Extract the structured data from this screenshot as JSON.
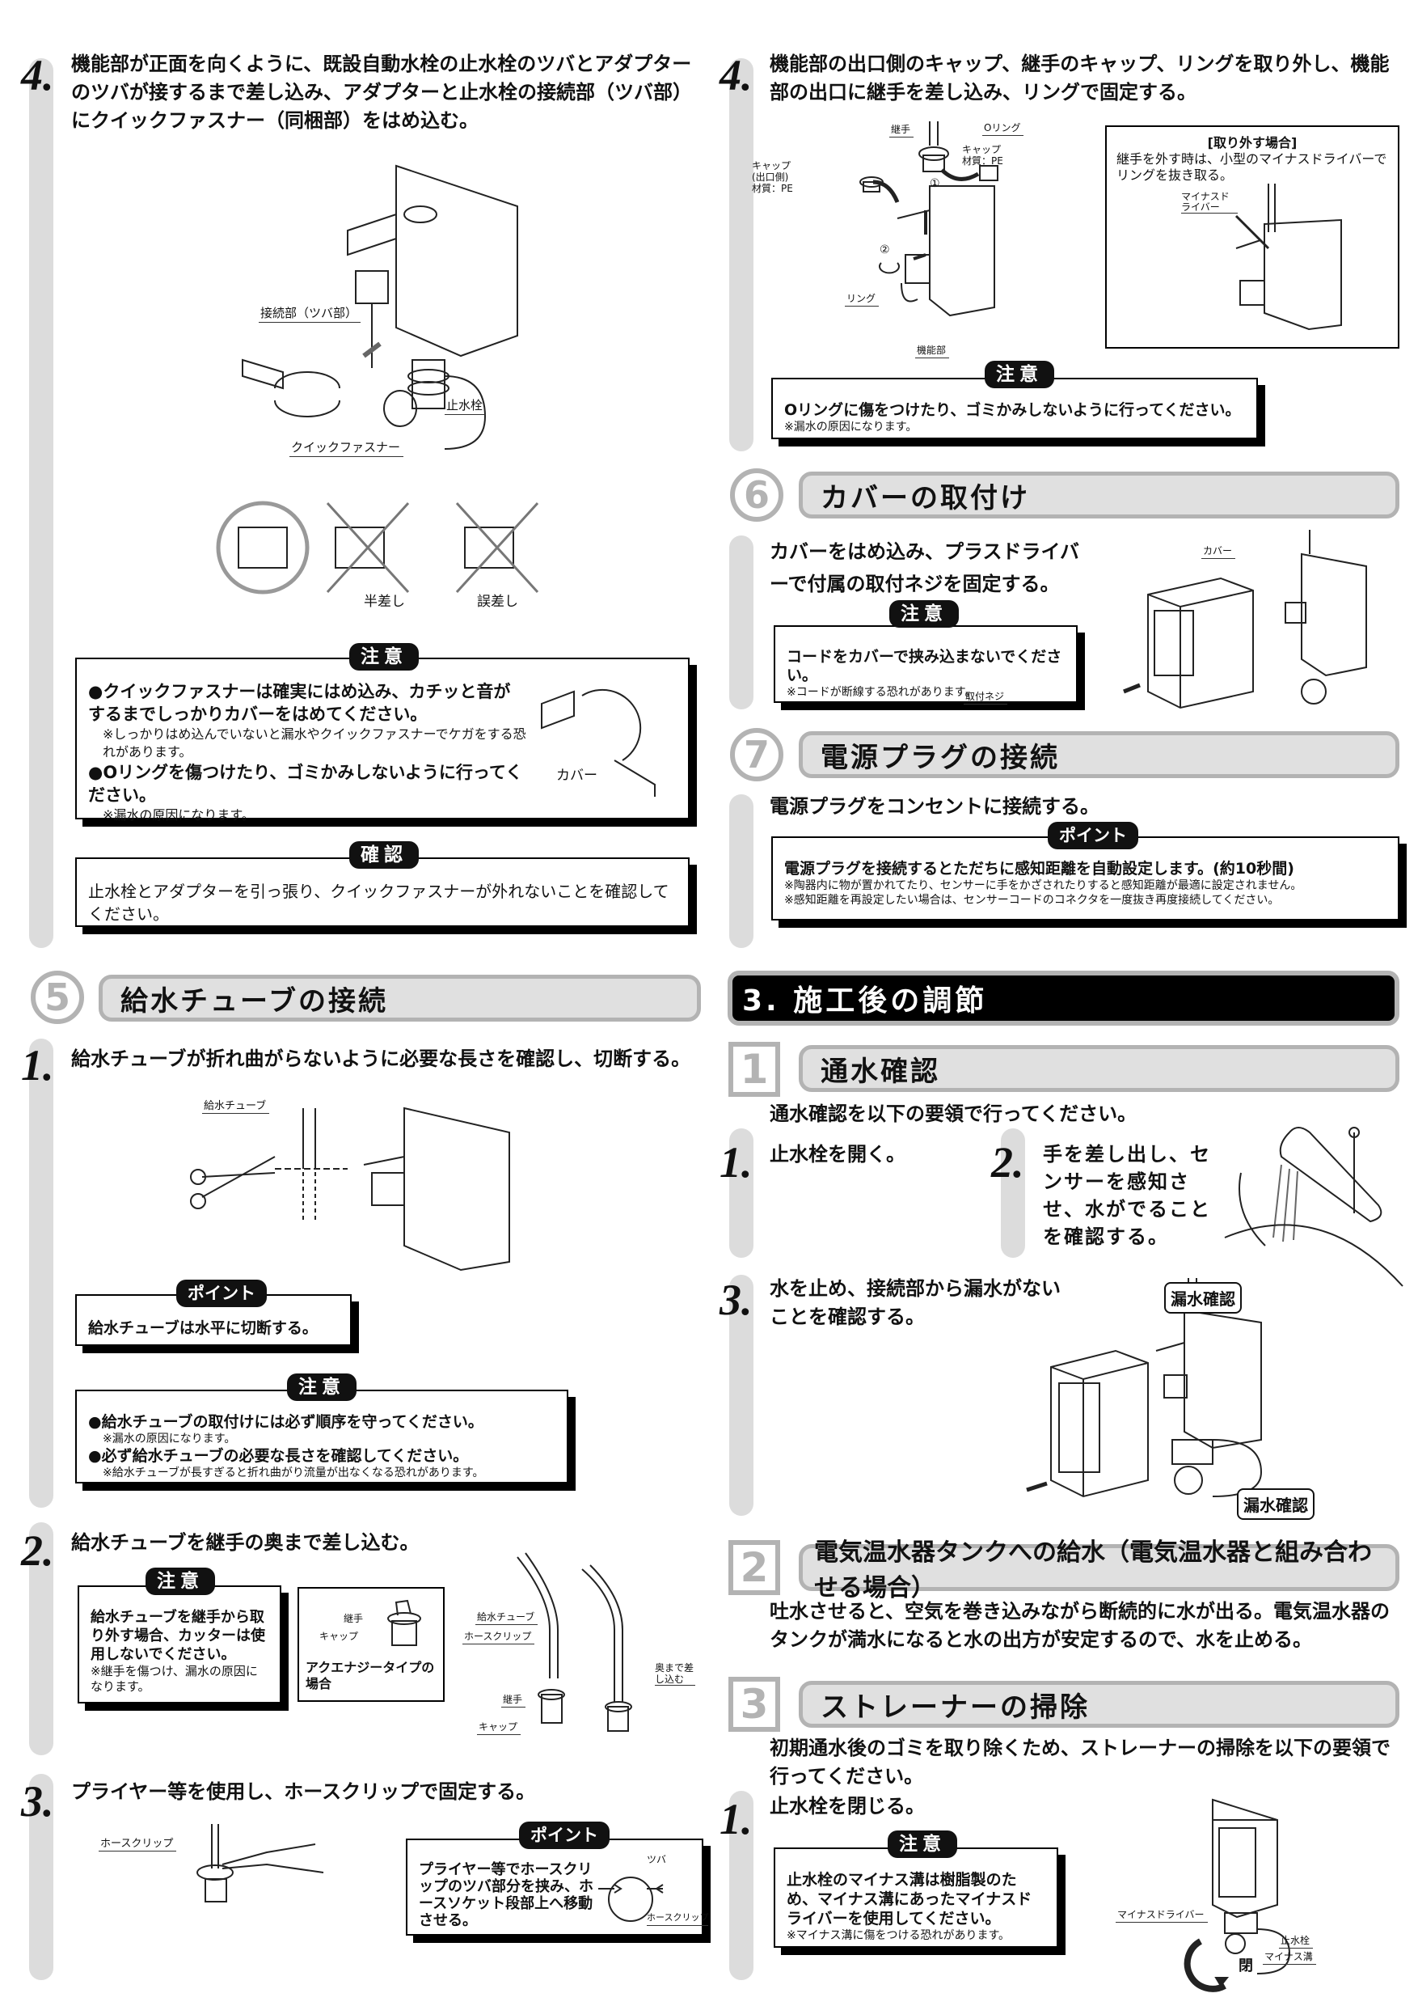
{
  "left": {
    "step4": {
      "num": "4.",
      "lines": [
        "機能部が正面を向くように、既設自動水栓の止水栓のツバとアダプター",
        "のツバが接するまで差し込み、アダプターと止水栓の接続部（ツバ部）",
        "にクイックファスナー（同梱部）をはめ込む。"
      ],
      "labels": {
        "connection": "接続部（ツバ部）",
        "stopcock": "止水栓",
        "fastener": "クイックファスナー",
        "half": "半差し",
        "wrong": "誤差し"
      },
      "caution": {
        "badge": "注意",
        "items": [
          {
            "main": "●クイックファスナーは確実にはめ込み、カチッと音がするまでしっかりカバーをはめてください。",
            "note": "※しっかりはめ込んでいないと漏水やクイックファスナーでケガをする恐れがあります。"
          },
          {
            "main": "●Oリングを傷つけたり、ゴミかみしないように行ってください。",
            "note": "※漏水の原因になります。"
          }
        ],
        "cover_label": "カバー"
      },
      "confirm": {
        "badge": "確認",
        "text": "止水栓とアダプターを引っ張り、クイックファスナーが外れないことを確認してください。"
      }
    },
    "section5": {
      "number": "5",
      "title": "給水チューブの接続",
      "step1": {
        "num": "1.",
        "text": "給水チューブが折れ曲がらないように必要な長さを確認し、切断する。",
        "tube_label": "給水チューブ",
        "point": {
          "badge": "ポイント",
          "text": "給水チューブは水平に切断する。"
        },
        "caution": {
          "badge": "注意",
          "items": [
            {
              "main": "●給水チューブの取付けには必ず順序を守ってください。",
              "note": "※漏水の原因になります。"
            },
            {
              "main": "●必ず給水チューブの必要な長さを確認してください。",
              "note": "※給水チューブが長すぎると折れ曲がり流量が出なくなる恐れがあります。"
            }
          ]
        }
      },
      "step2": {
        "num": "2.",
        "text": "給水チューブを継手の奥まで差し込む。",
        "caution": {
          "badge": "注意",
          "main": "給水チューブを継手から取り外す場合、カッターは使用しないでください。",
          "note": "※継手を傷つけ、漏水の原因になります。"
        },
        "aqua": {
          "joint": "継手",
          "cap": "キャップ",
          "caption": "アクエナジータイプの場合"
        },
        "labels": {
          "tube": "給水チューブ",
          "clip": "ホースクリップ",
          "joint": "継手",
          "cap": "キャップ",
          "insert": "奥まで差し込む"
        }
      },
      "step3": {
        "num": "3.",
        "text": "プライヤー等を使用し、ホースクリップで固定する。",
        "clip_label": "ホースクリップ",
        "point": {
          "badge": "ポイント",
          "text": "プライヤー等でホースクリップのツバ部分を挟み、ホースソケット段部上へ移動させる。",
          "flange": "ツバ",
          "clip": "ホースクリップ"
        }
      }
    }
  },
  "right": {
    "step4": {
      "num": "4.",
      "lines": [
        "機能部の出口側のキャップ、継手のキャップ、リングを取り外し、機能",
        "部の出口に継手を差し込み、リングで固定する。"
      ],
      "labels": {
        "joint": "継手",
        "oring": "Oリング",
        "cap": "キャップ",
        "material": "材質：PE",
        "cap_outlet": "キャップ",
        "outlet": "(出口側)",
        "ring": "リング",
        "unit": "機能部",
        "c1": "①",
        "c2": "②"
      },
      "removal": {
        "title": "[取り外す場合]",
        "text": "継手を外す時は、小型のマイナスドライバーでリングを抜き取る。",
        "driver": "マイナスドライバー"
      },
      "caution": {
        "badge": "注意",
        "main": "Oリングに傷をつけたり、ゴミかみしないように行ってください。",
        "note": "※漏水の原因になります。"
      }
    },
    "section6": {
      "number": "6",
      "title": "カバーの取付け",
      "text": "カバーをはめ込み、プラスドライバーで付属の取付ネジを固定する。",
      "caution": {
        "badge": "注意",
        "main": "コードをカバーで挟み込まないでください。",
        "note": "※コードが断線する恐れがあります。"
      },
      "labels": {
        "cover": "カバー",
        "screw": "取付ネジ"
      }
    },
    "section7": {
      "number": "7",
      "title": "電源プラグの接続",
      "text": "電源プラグをコンセントに接続する。",
      "point": {
        "badge": "ポイント",
        "main": "電源プラグを接続するとただちに感知距離を自動設定します。(約10秒間)",
        "notes": [
          "※陶器内に物が置かれてたり、センサーに手をかざされたりすると感知距離が最適に設定されません。",
          "※感知距離を再設定したい場合は、センサーコードのコネクタを一度抜き再度接続してください。"
        ]
      }
    },
    "chapter3": {
      "title": "3. 施工後の調節"
    },
    "sub1": {
      "number": "1",
      "title": "通水確認",
      "intro": "通水確認を以下の要領で行ってください。",
      "s1": {
        "num": "1.",
        "text": "止水栓を開く。"
      },
      "s2": {
        "num": "2.",
        "lines": [
          "手を差し出し、セ",
          "ンサーを感知さ",
          "せ、水がでること",
          "を確認する。"
        ]
      },
      "s3": {
        "num": "3.",
        "lines": [
          "水を止め、接続部から漏水がない",
          "ことを確認する。"
        ],
        "tag": "漏水確認"
      }
    },
    "sub2": {
      "number": "2",
      "title": "電気温水器タンクへの給水（電気温水器と組み合わせる場合）",
      "lines": [
        "吐水させると、空気を巻き込みながら断続的に水が出る。電気温水器の",
        "タンクが満水になると水の出方が安定するので、水を止める。"
      ]
    },
    "sub3": {
      "number": "3",
      "title": "ストレーナーの掃除",
      "lines": [
        "初期通水後のゴミを取り除くため、ストレーナーの掃除を以下の要領で",
        "行ってください。"
      ],
      "s1": {
        "num": "1.",
        "text": "止水栓を閉じる。"
      },
      "caution": {
        "badge": "注意",
        "main": "止水栓のマイナス溝は樹脂製のため、マイナス溝にあったマイナスドライバーを使用してください。",
        "note": "※マイナス溝に傷をつける恐れがあります。"
      },
      "labels": {
        "driver": "マイナスドライバー",
        "stopcock": "止水栓",
        "groove": "マイナス溝",
        "close": "閉"
      }
    }
  }
}
